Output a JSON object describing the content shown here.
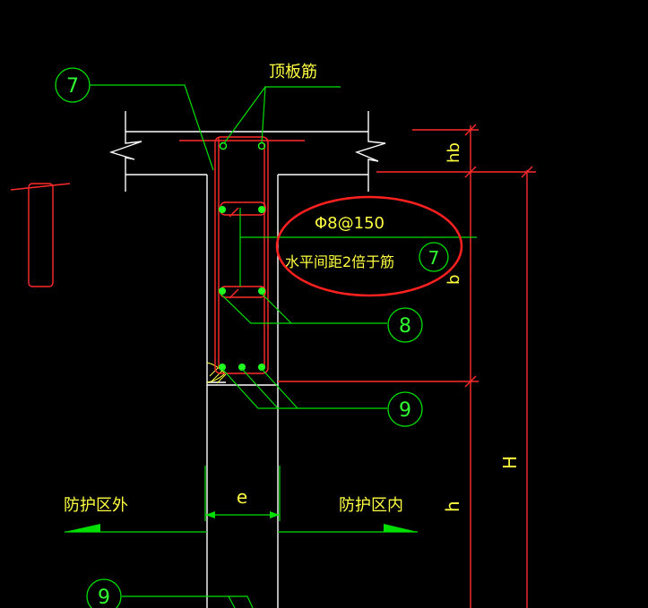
{
  "drawing": {
    "top_rebar_label": "顶板筋",
    "spec_label": "Φ8@150",
    "spacing_label": "水平间距2倍于",
    "spacing_suffix": "筋",
    "dim_hb": "hb",
    "dim_b": "b",
    "dim_H": "H",
    "dim_h": "h",
    "dim_e": "e",
    "outside_label": "防护区外",
    "inside_label": "防护区内"
  },
  "callouts": {
    "c7_top": "7",
    "c7_note": "7",
    "c8": "8",
    "c9": "9",
    "c9_bottom": "9"
  },
  "colors": {
    "background": "#000000",
    "outline": "#ffffff",
    "rebar": "#ff2a2a",
    "leader": "#00e000",
    "callout_text": "#30ff30",
    "dimension_text": "#ffff40",
    "highlight_ellipse": "#ff2020"
  }
}
